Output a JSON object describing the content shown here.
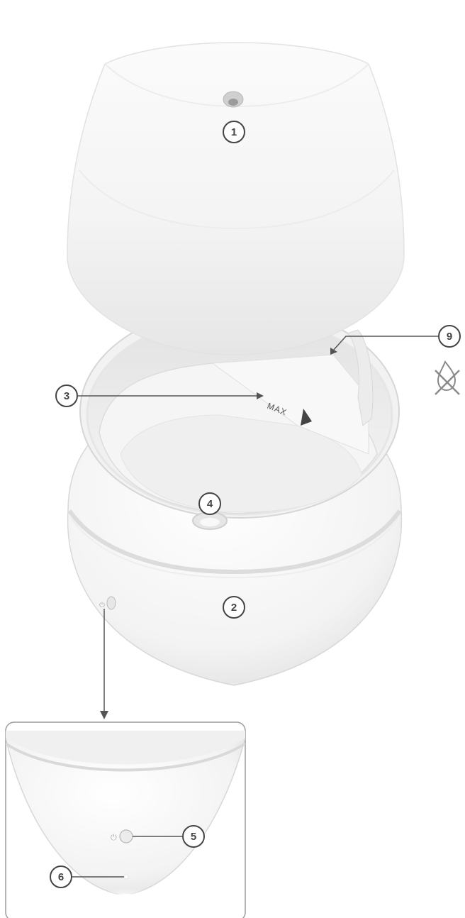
{
  "callouts": [
    {
      "id": "1",
      "label": "1"
    },
    {
      "id": "2",
      "label": "2"
    },
    {
      "id": "3",
      "label": "3"
    },
    {
      "id": "4",
      "label": "4"
    },
    {
      "id": "5",
      "label": "5"
    },
    {
      "id": "6",
      "label": "6"
    },
    {
      "id": "9",
      "label": "9"
    }
  ],
  "max_label": "MAX",
  "icons": [
    "no-water-drop-icon",
    "power-icon"
  ],
  "colors": {
    "callout_stroke": "#444444",
    "line": "#555555",
    "body": "#f7f7f7",
    "shade": "#e3e3e3"
  }
}
